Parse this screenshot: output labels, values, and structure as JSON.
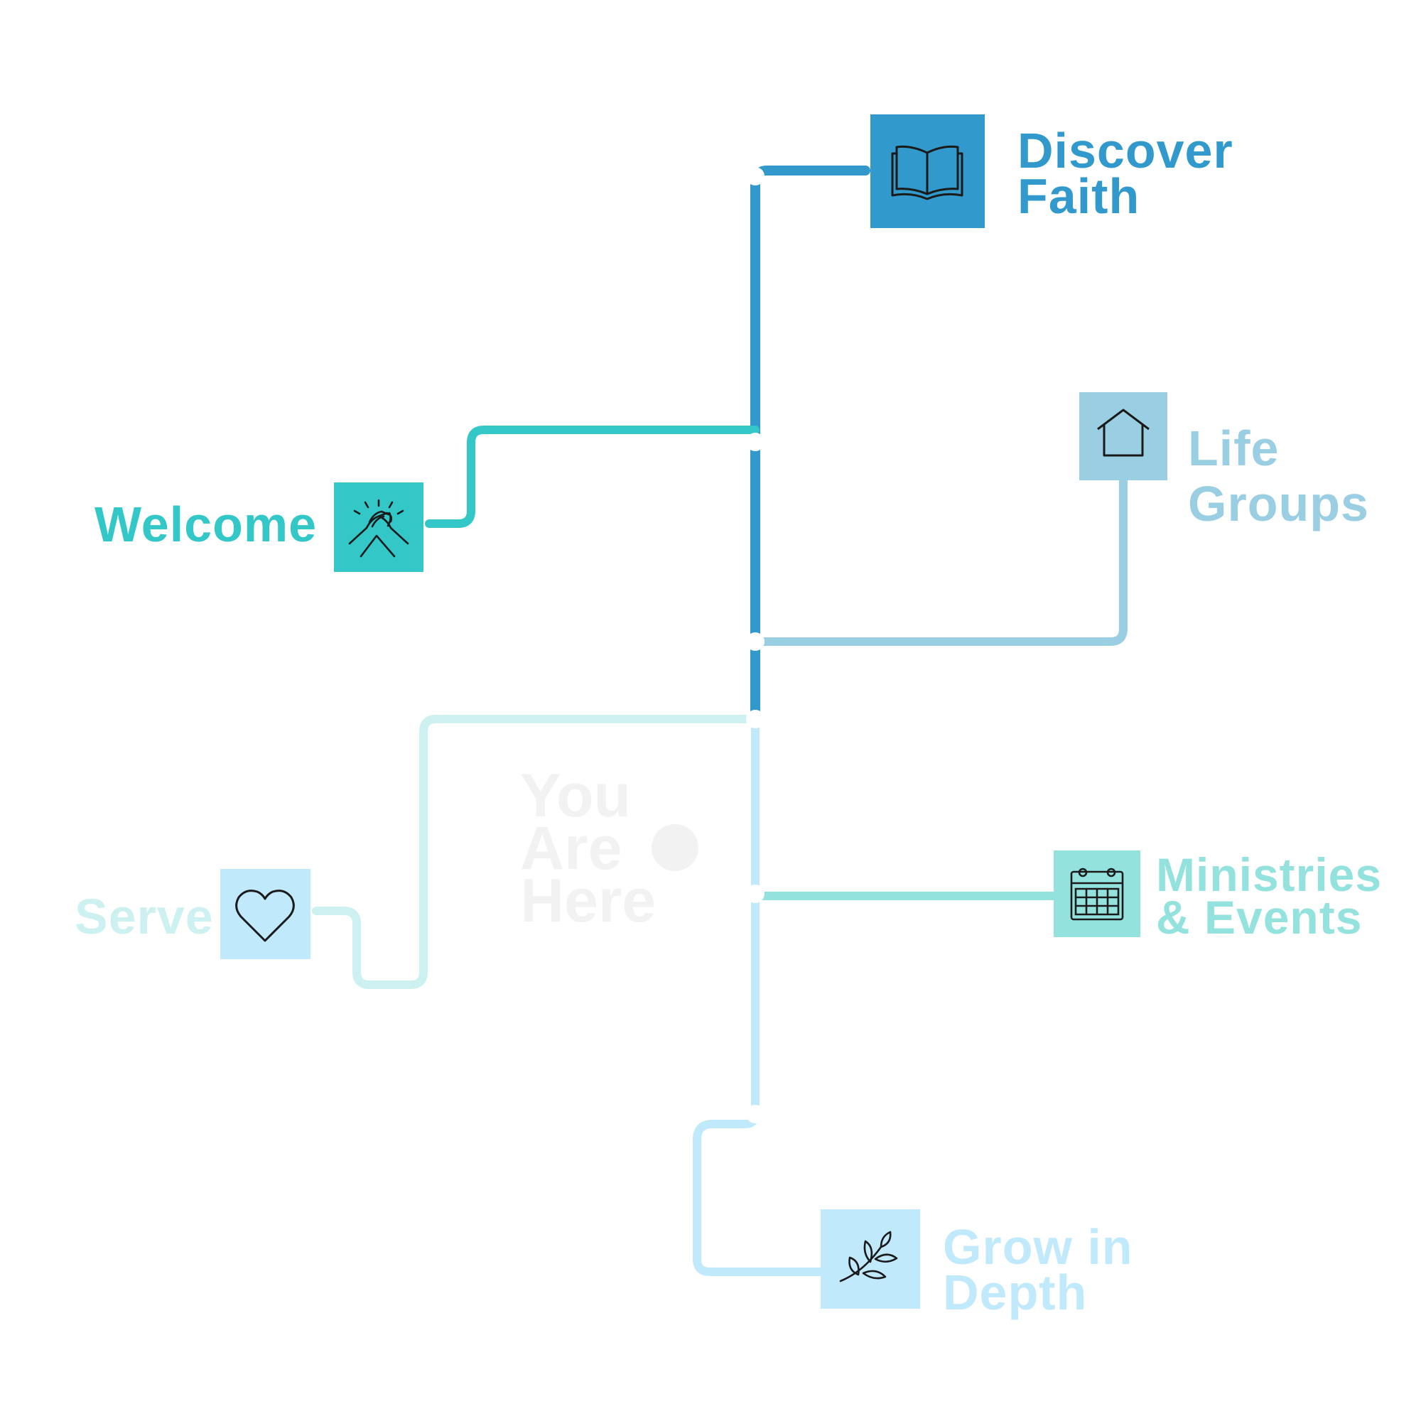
{
  "colors": {
    "discover": "#3199cc",
    "welcome": "#33c7c7",
    "life_groups": "#9acfe3",
    "ministries": "#93e2de",
    "serve_line": "#cdf1f1",
    "serve_box": "#c1e9fc",
    "grow": "#c1e9fc",
    "faint": "#f2f2f2",
    "icon_stroke": "#1a1a1a"
  },
  "nodes": {
    "discover": {
      "line1": "Discover",
      "line2": "Faith",
      "icon": "open-book-icon"
    },
    "life_groups": {
      "line1": "Life",
      "line2": "Groups",
      "icon": "house-icon"
    },
    "welcome": {
      "line1": "Welcome",
      "icon": "clasped-hands-icon"
    },
    "ministries": {
      "line1": "Ministries",
      "line2": "& Events",
      "icon": "calendar-icon"
    },
    "serve": {
      "line1": "Serve",
      "icon": "heart-icon"
    },
    "grow": {
      "line1": "Grow in",
      "line2": "Depth",
      "icon": "sprout-icon"
    }
  },
  "you_are_here": {
    "line1": "You",
    "line2": "Are",
    "line3": "Here"
  }
}
